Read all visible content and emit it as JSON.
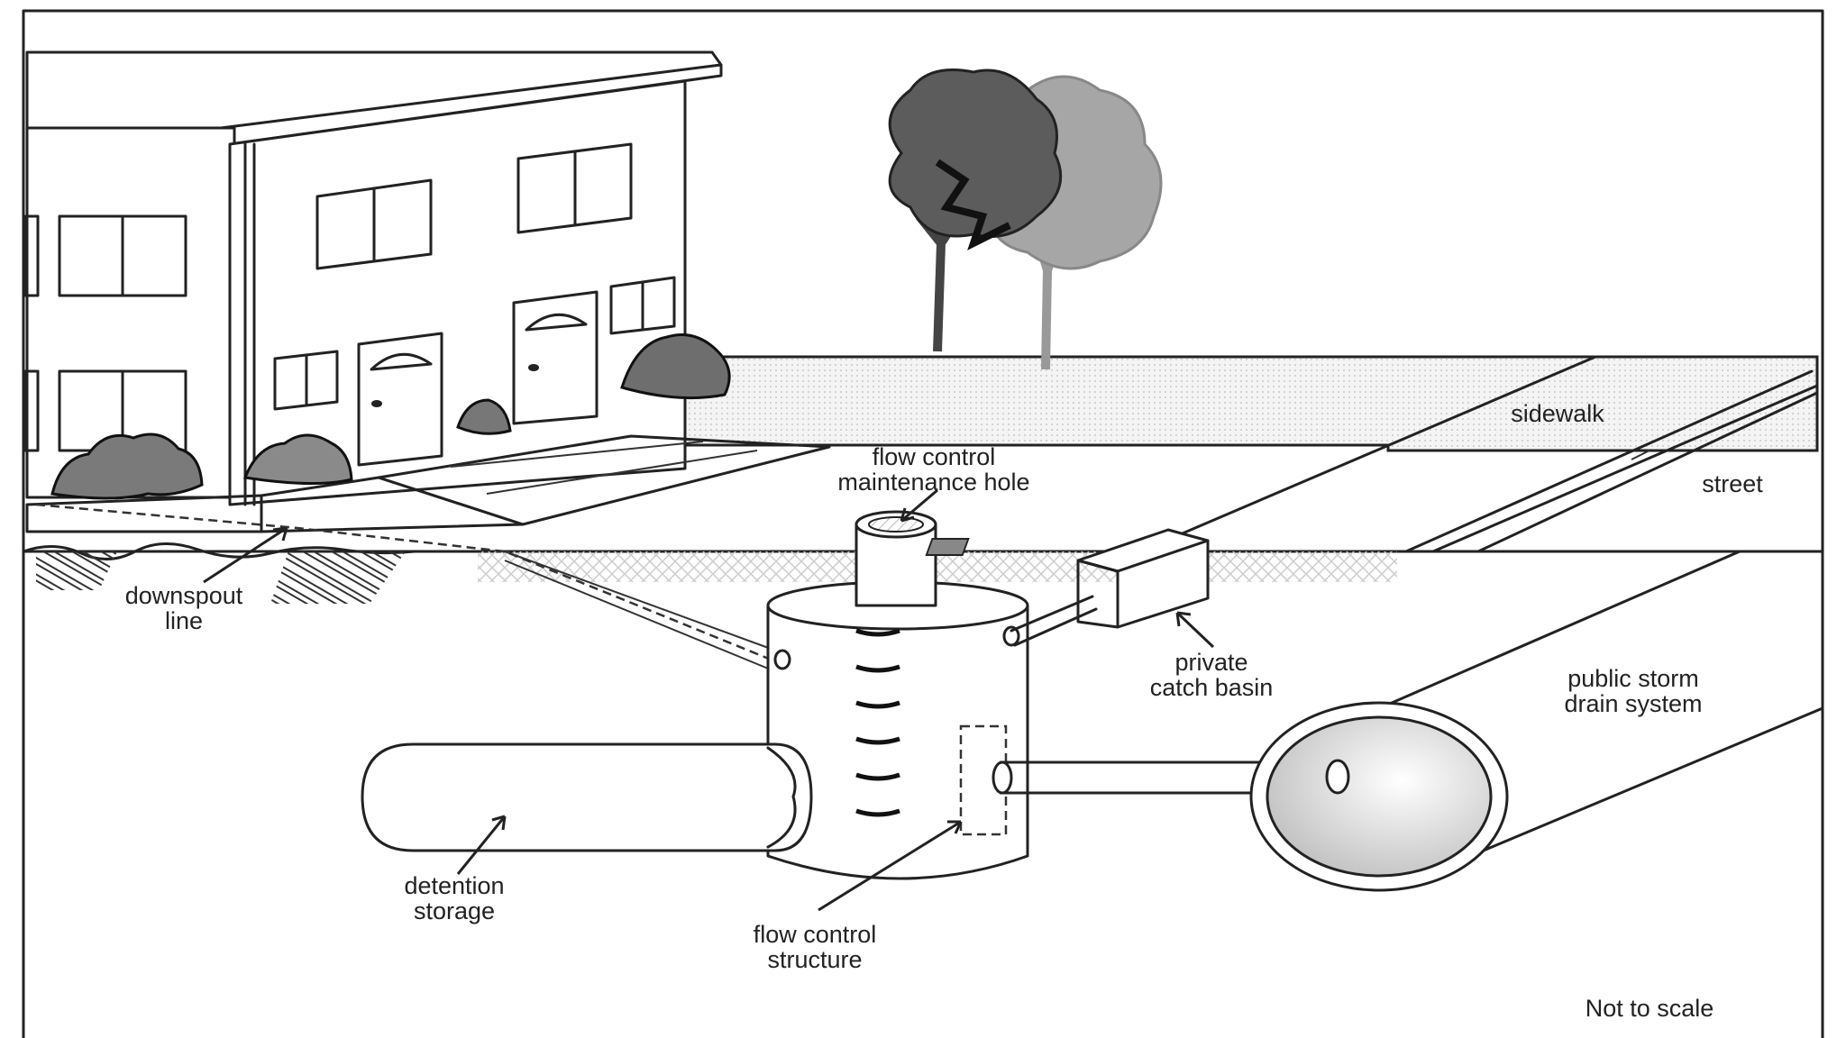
{
  "labels": {
    "flow_control_mh_line1": "flow control",
    "flow_control_mh_line2": "maintenance hole",
    "sidewalk": "sidewalk",
    "street": "street",
    "downspout_line1": "downspout",
    "downspout_line2": "line",
    "catch_basin_line1": "private",
    "catch_basin_line2": "catch basin",
    "public_storm_line1": "public storm",
    "public_storm_line2": "drain system",
    "detention_line1": "detention",
    "detention_line2": "storage",
    "flow_structure_line1": "flow control",
    "flow_structure_line2": "structure",
    "not_to_scale": "Not to scale"
  }
}
